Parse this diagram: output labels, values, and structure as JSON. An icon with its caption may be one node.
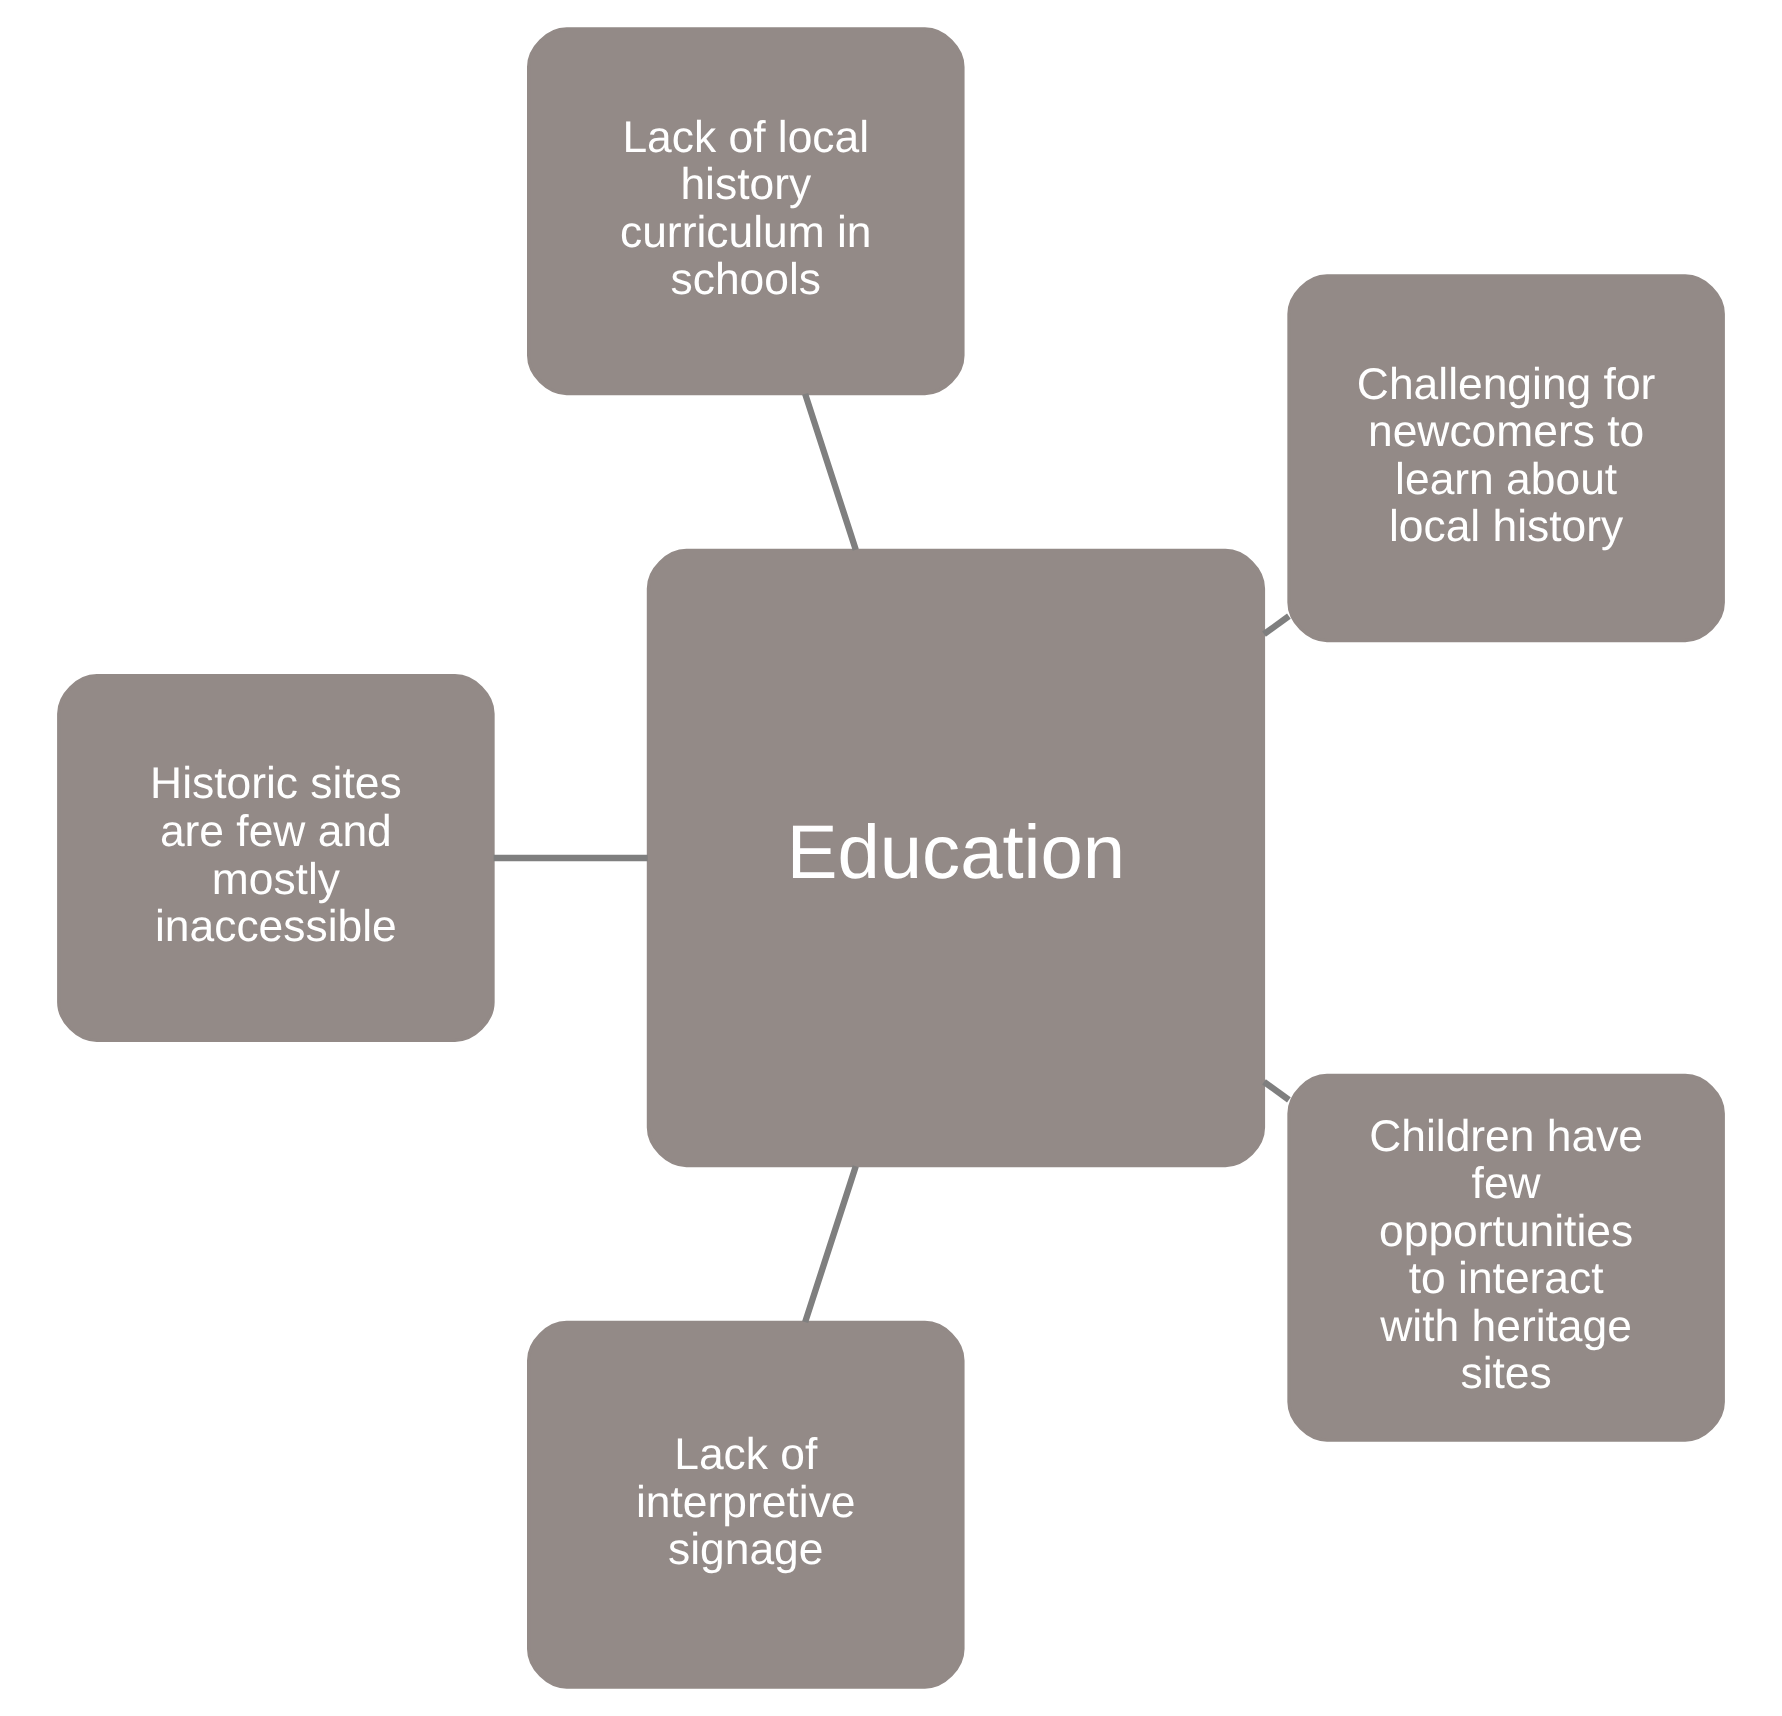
{
  "diagram": {
    "nodes": [
      {
        "text": [
          "Challenging for newcomers to learn about local history"
        ]
      },
      {
        "text": [
          "Lack of local history curriculum in schools"
        ]
      },
      {
        "text": [
          "Historic sites are few and mostly inaccessible"
        ]
      },
      {
        "text": [
          "Education"
        ]
      },
      {
        "text": [
          "Lack of interpretive signage"
        ]
      },
      {
        "text": [
          "Children have few opportunities to interact with heritage sites"
        ]
      }
    ],
    "edges": [
      {
        "from": 3,
        "to": 0,
        "arrow": "none"
      },
      {
        "from": 3,
        "to": 2,
        "arrow": "none"
      },
      {
        "from": 3,
        "to": 5,
        "arrow": "none"
      },
      {
        "from": 3,
        "to": 4,
        "arrow": "none"
      },
      {
        "from": 3,
        "to": 1,
        "arrow": "none"
      }
    ]
  }
}
